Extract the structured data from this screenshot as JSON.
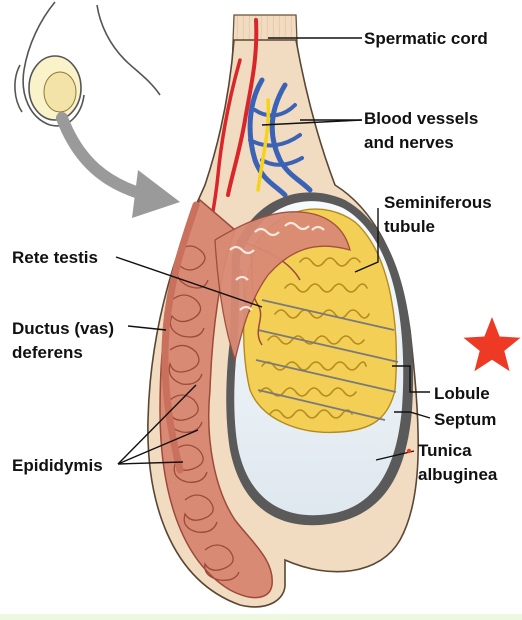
{
  "labels": {
    "spermatic_cord": "Spermatic cord",
    "blood_vessels_line1": "Blood vessels",
    "blood_vessels_line2": "and nerves",
    "seminiferous_line1": "Seminiferous",
    "seminiferous_line2": "tubule",
    "rete_testis": "Rete testis",
    "ductus_line1": "Ductus (vas)",
    "ductus_line2": "deferens",
    "lobule": "Lobule",
    "septum": "Septum",
    "tunica_line1": "Tunica",
    "tunica_line2": "albuginea",
    "epididymis": "Epididymis"
  },
  "icons": {
    "marker": "red-star-icon",
    "pointer": "gray-curved-arrow-icon"
  },
  "colors": {
    "star": "#ee3a24",
    "tubule_fill": "#f3cf55",
    "tubule_stroke": "#b58a1e",
    "epididymis": "#d98a74",
    "epididymis_stroke": "#9c4a3a",
    "tunic_fill": "#f1dcc1",
    "tunica_albuginea": "#5a5a5a",
    "vein": "#3b63b5",
    "artery": "#d8262b",
    "nerve": "#f6d21c",
    "arrow": "#9a9a9a"
  }
}
